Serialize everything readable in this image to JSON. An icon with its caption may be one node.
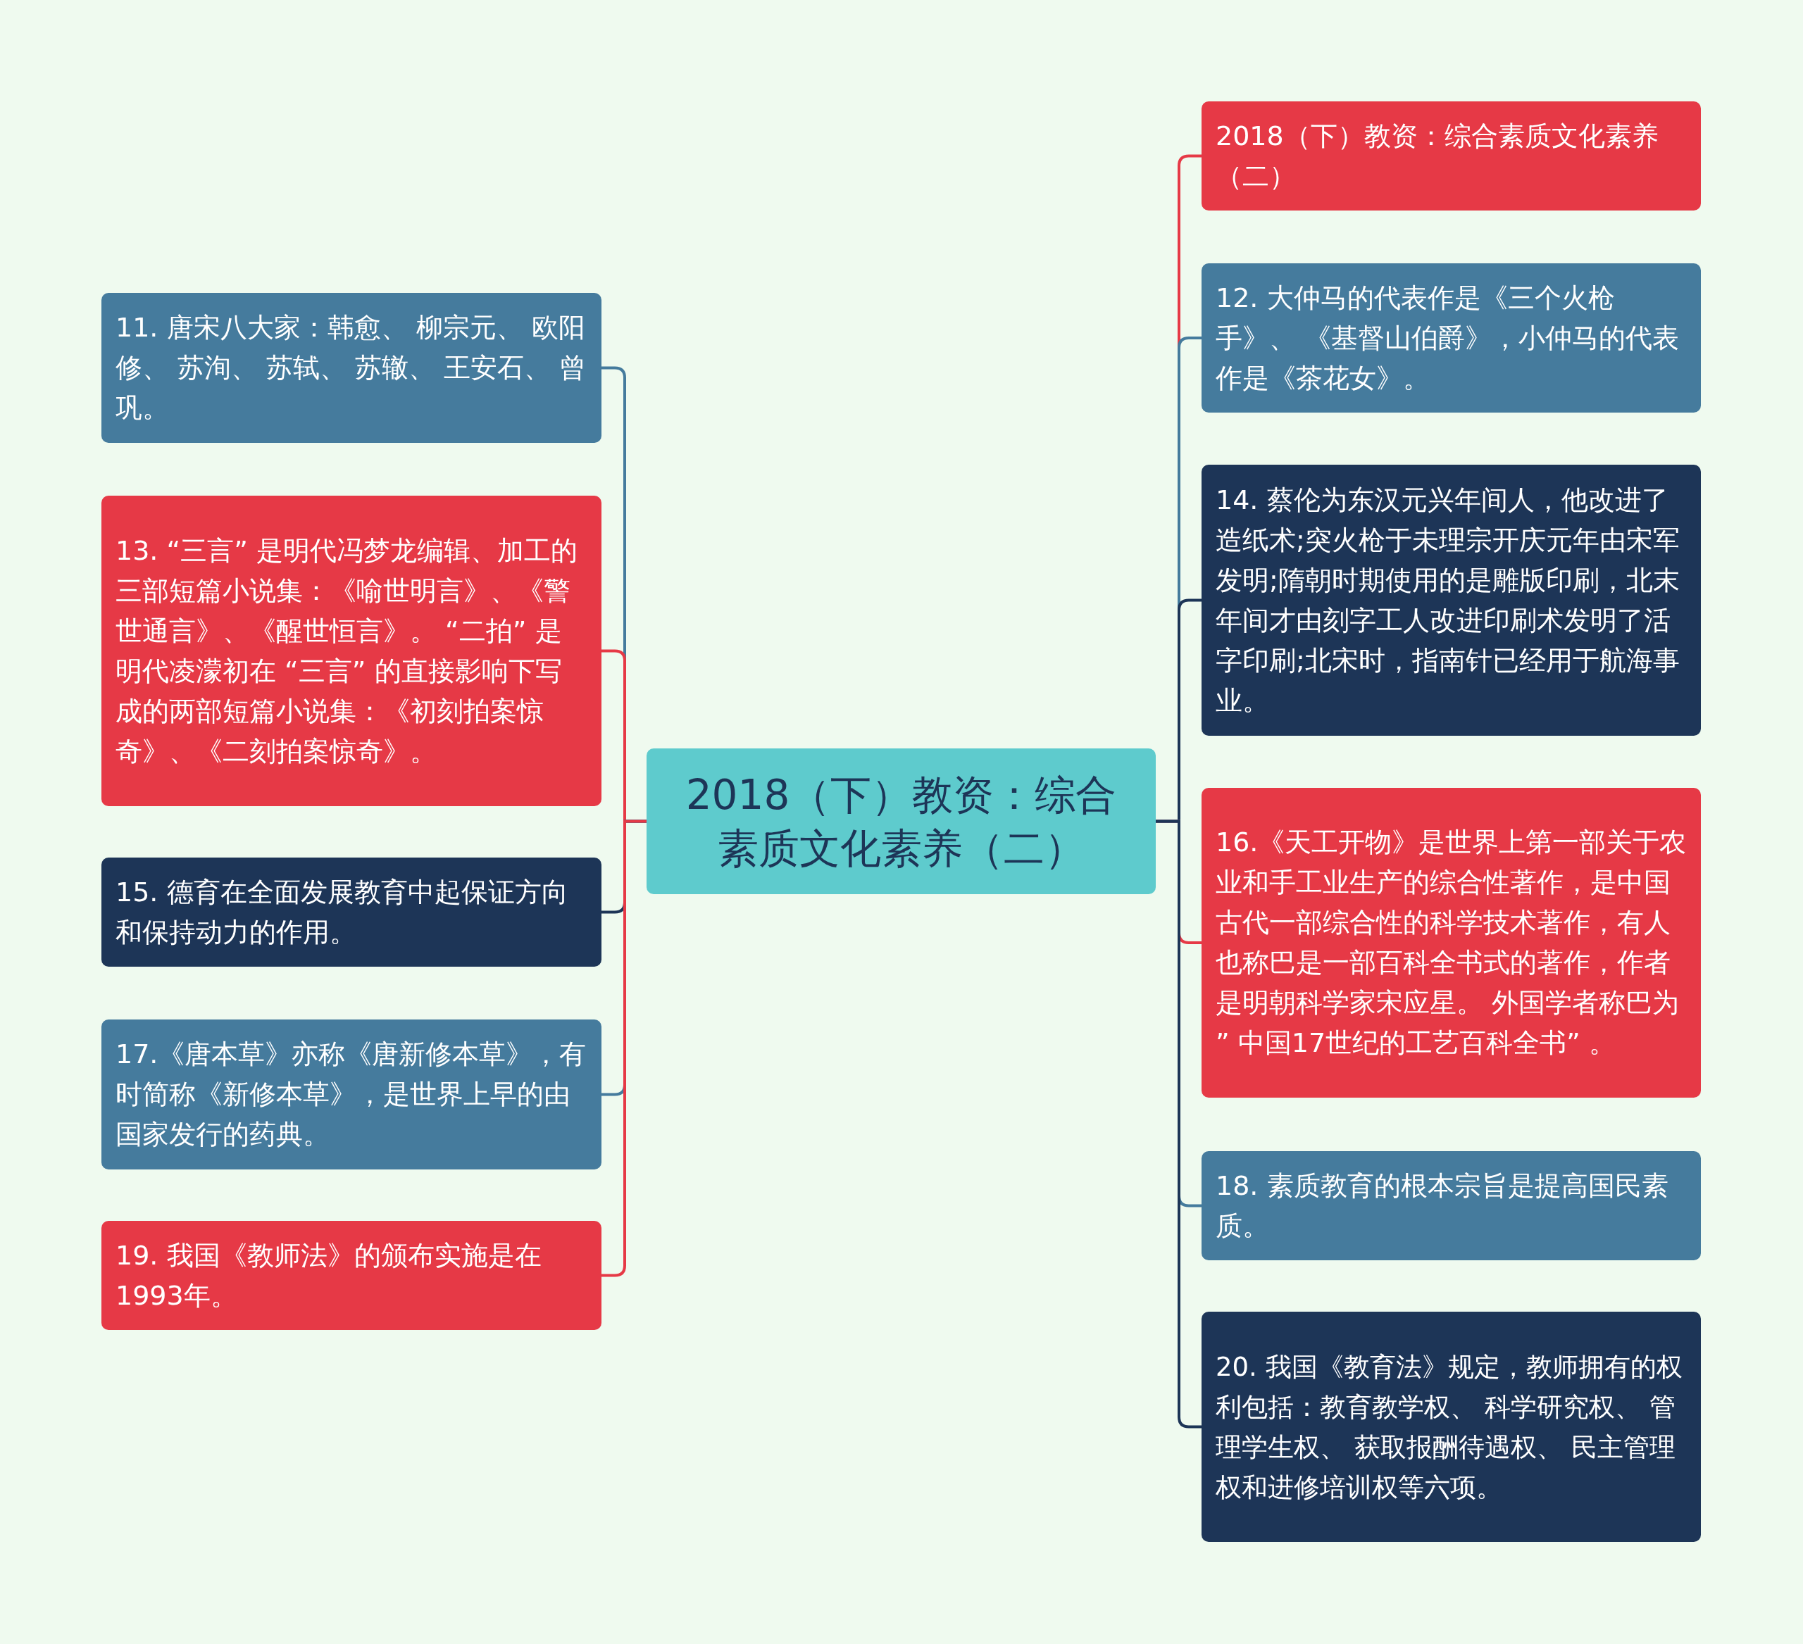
{
  "diagram": {
    "nodes": [
      {
        "text": [
          "2018（下）教资：综合素质文化素养（二）"
        ]
      },
      {
        "text": [
          "2018（下）教资：综合素质文化素养（二）"
        ]
      },
      {
        "text": [
          "11. 唐宋八大家：韩愈、 柳宗元、 欧阳修、 苏洵、 苏轼、 苏辙、 王安石、 曾巩。"
        ]
      },
      {
        "text": [
          "12. 大仲马的代表作是《三个火枪手》、 《基督山伯爵》，小仲马的代表作是《茶花女》。"
        ]
      },
      {
        "text": [
          "13. “三言” 是明代冯梦龙编辑、加工的三部短篇小说集：《喻世明言》、《警世通言》、《醒世恒言》。 “二拍” 是明代凌濛初在 “三言” 的直接影响下写成的两部短篇小说集：《初刻拍案惊奇》、《二刻拍案惊奇》。"
        ]
      },
      {
        "text": [
          "14. 蔡伦为东汉元兴年间人，他改进了造纸术;突火枪于未理宗开庆元年由宋军发明;隋朝时期使用的是雕版印刷，北末年间才由刻字工人改进印刷术发明了活字印刷;北宋时，指南针已经用于航海事业。"
        ]
      },
      {
        "text": [
          "15. 德育在全面发展教育中起保证方向和保持动力的作用。"
        ]
      },
      {
        "text": [
          "16.《天工开物》是世界上第一部关于农业和手工业生产的综合性著作，是中国古代一部综合性的科学技术著作，有人也称巴是一部百科全书式的著作，作者是明朝科学家宋应星。 外国学者称巴为 ” 中国17世纪的工艺百科全书” 。"
        ]
      },
      {
        "text": [
          "17.《唐本草》亦称《唐新修本草》，有时简称《新修本草》，是世界上早的由国家发行的药典。"
        ]
      },
      {
        "text": [
          "18. 素质教育的根本宗旨是提高国民素质。"
        ]
      },
      {
        "text": [
          "19. 我国《教师法》的颁布实施是在1993年。"
        ]
      },
      {
        "text": [
          "20. 我国《教育法》规定，教师拥有的权利包括：教育教学权、 科学研究权、 管理学生权、 获取报酬待遇权、 民主管理权和进修培训权等六项。"
        ]
      }
    ],
    "edges": [
      {
        "from": 0,
        "to": 1,
        "arrow": "none",
        "color": "#e63946"
      },
      {
        "from": 0,
        "to": 2,
        "arrow": "none",
        "color": "#457b9d"
      },
      {
        "from": 0,
        "to": 3,
        "arrow": "none",
        "color": "#457b9d"
      },
      {
        "from": 0,
        "to": 4,
        "arrow": "none",
        "color": "#e63946"
      },
      {
        "from": 0,
        "to": 5,
        "arrow": "none",
        "color": "#1d3557"
      },
      {
        "from": 0,
        "to": 6,
        "arrow": "none",
        "color": "#1d3557"
      },
      {
        "from": 0,
        "to": 7,
        "arrow": "none",
        "color": "#e63946"
      },
      {
        "from": 0,
        "to": 8,
        "arrow": "none",
        "color": "#457b9d"
      },
      {
        "from": 0,
        "to": 9,
        "arrow": "none",
        "color": "#457b9d"
      },
      {
        "from": 0,
        "to": 10,
        "arrow": "none",
        "color": "#e63946"
      },
      {
        "from": 0,
        "to": 11,
        "arrow": "none",
        "color": "#1d3557"
      }
    ]
  }
}
